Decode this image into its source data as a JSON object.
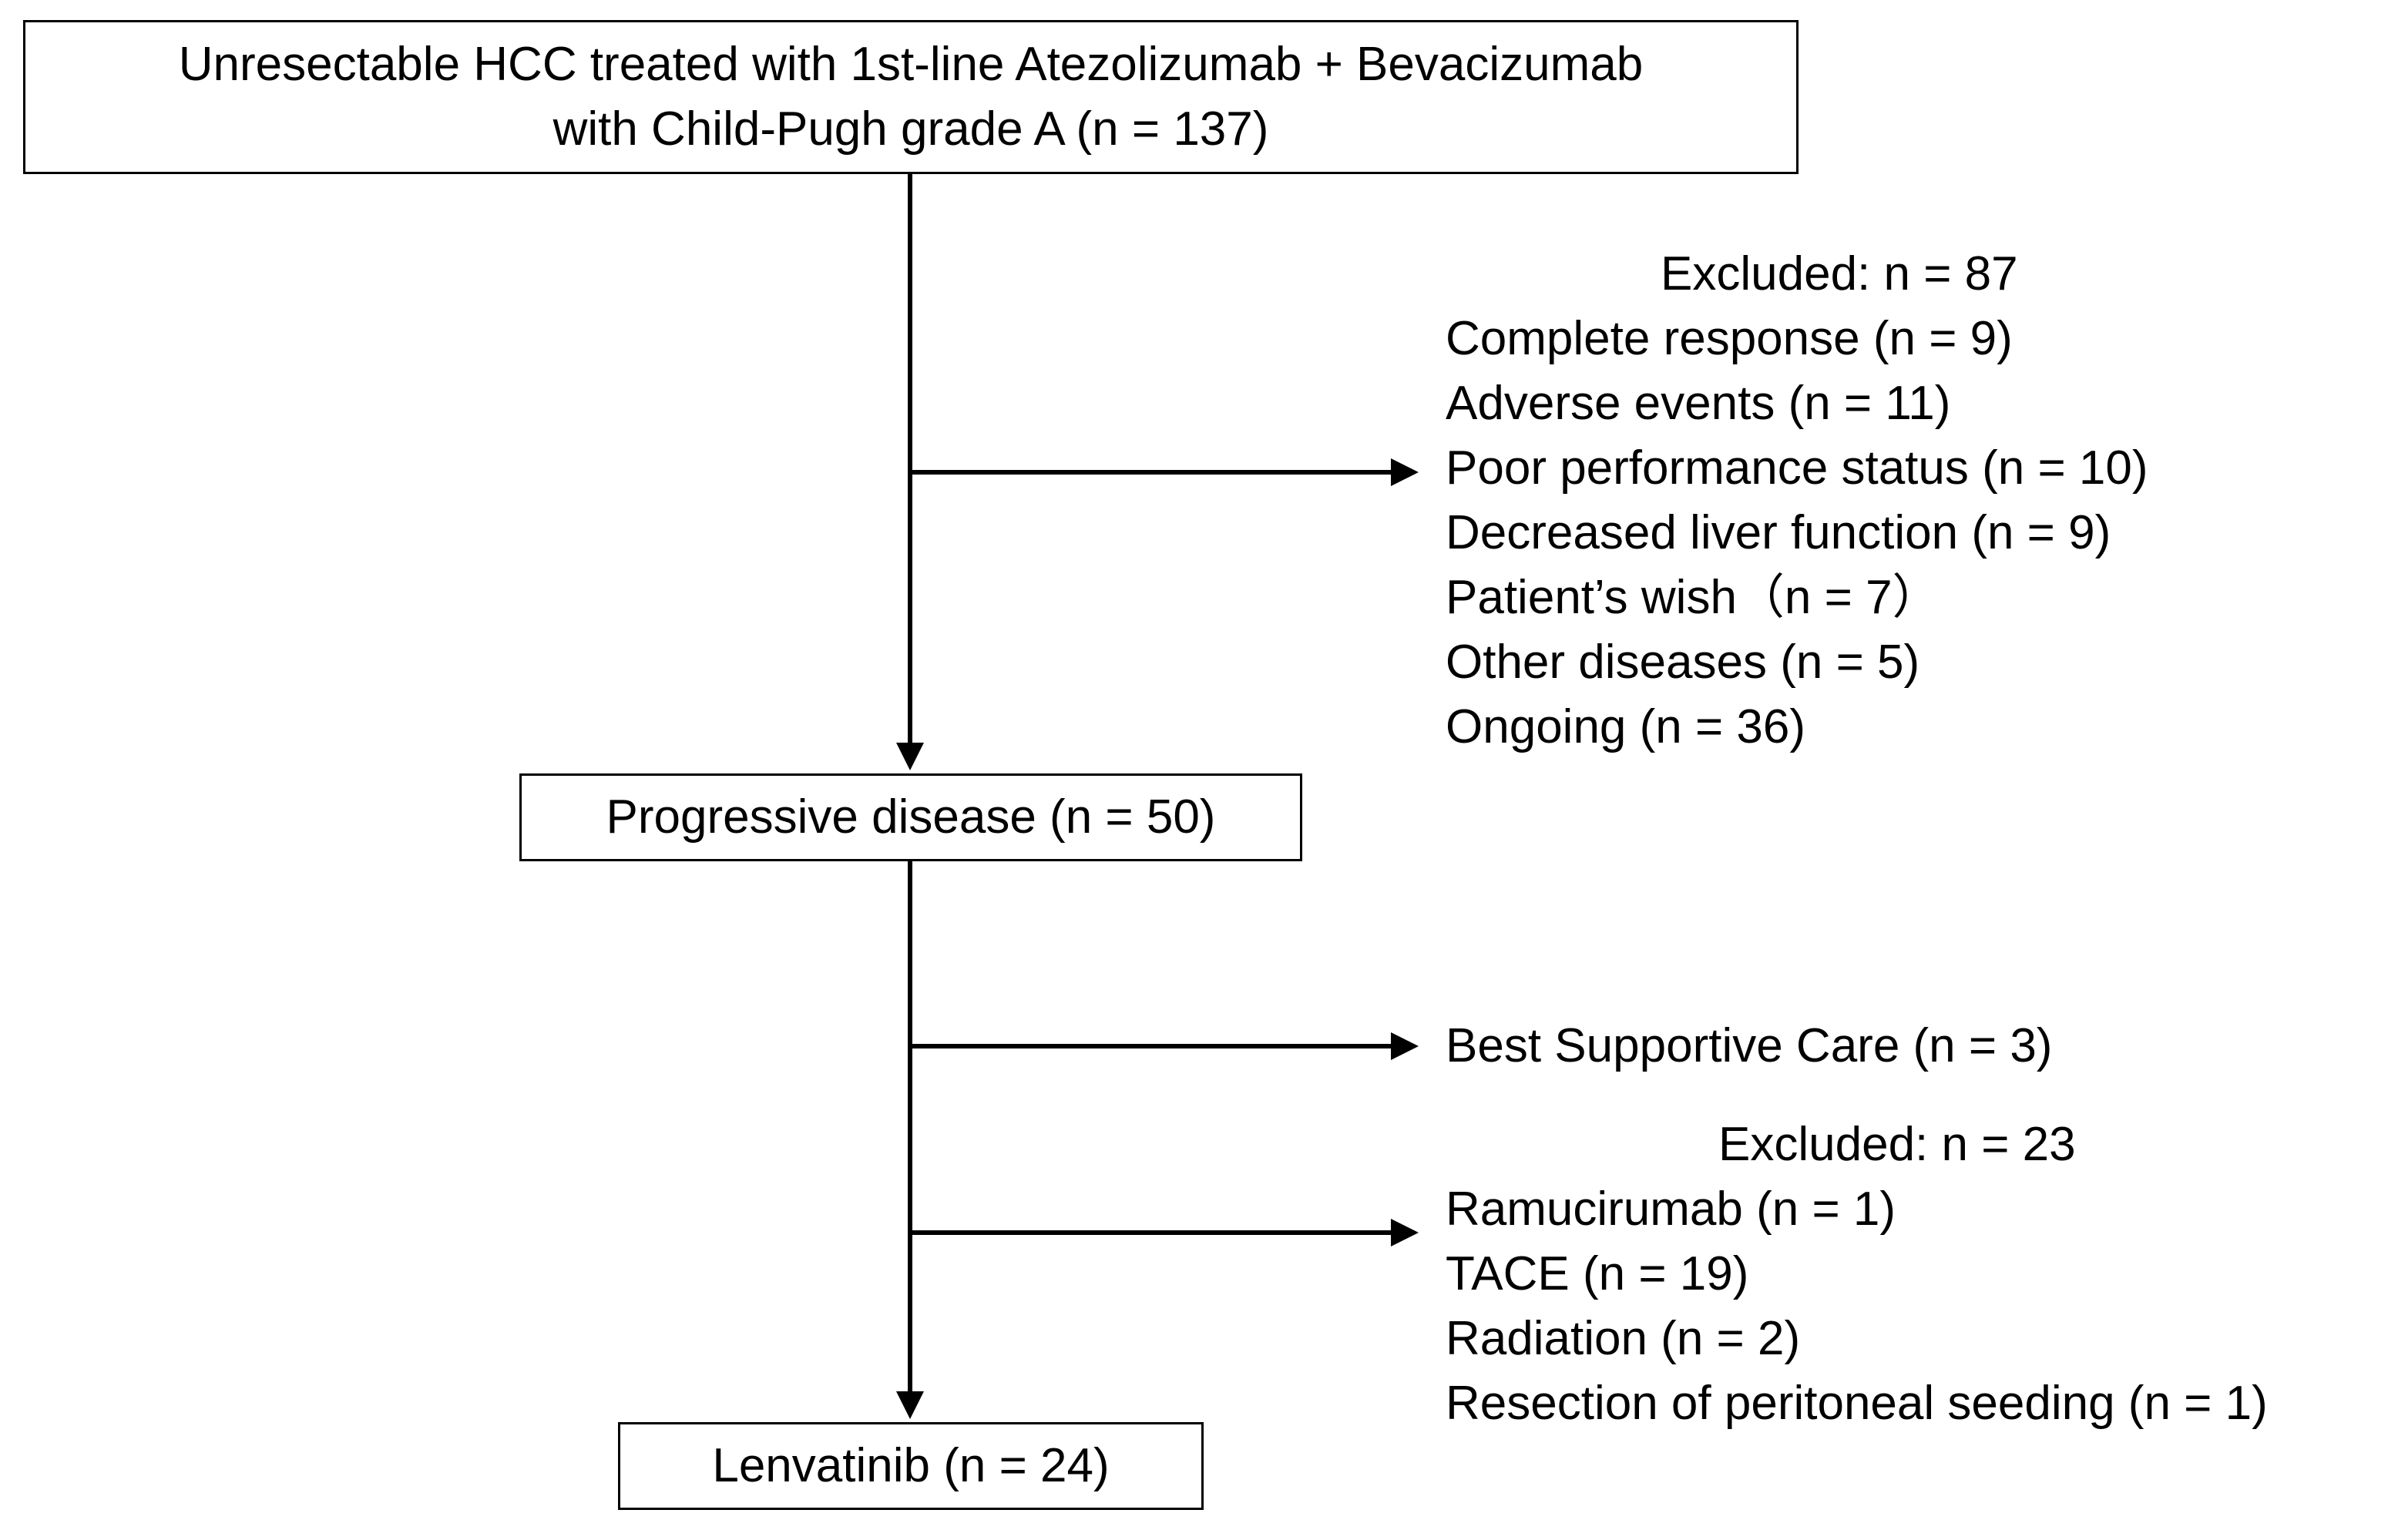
{
  "boxes": {
    "top": {
      "line1": "Unresectable HCC treated with 1st-line Atezolizumab + Bevacizumab",
      "line2": "with Child-Pugh grade A (n = 137)"
    },
    "progressive": "Progressive disease (n = 50)",
    "lenvatinib": "Lenvatinib  (n = 24)"
  },
  "exclusion_1": {
    "header": "Excluded: n = 87",
    "items": [
      "Complete response (n = 9)",
      "Adverse events (n = 11)",
      "Poor performance status (n = 10)",
      "Decreased liver function (n = 9)",
      "Patient’s wish（n = 7）",
      "Other diseases (n = 5)",
      "Ongoing (n = 36)"
    ]
  },
  "best_supportive_care": "Best Supportive Care (n = 3)",
  "exclusion_2": {
    "header": "Excluded: n = 23",
    "items": [
      "Ramucirumab (n = 1)",
      "TACE  (n = 19)",
      "Radiation (n = 2)",
      "Resection of peritoneal seeding (n = 1)"
    ]
  },
  "colors": {
    "line": "#000000",
    "box_border": "#000000",
    "background": "#ffffff"
  }
}
